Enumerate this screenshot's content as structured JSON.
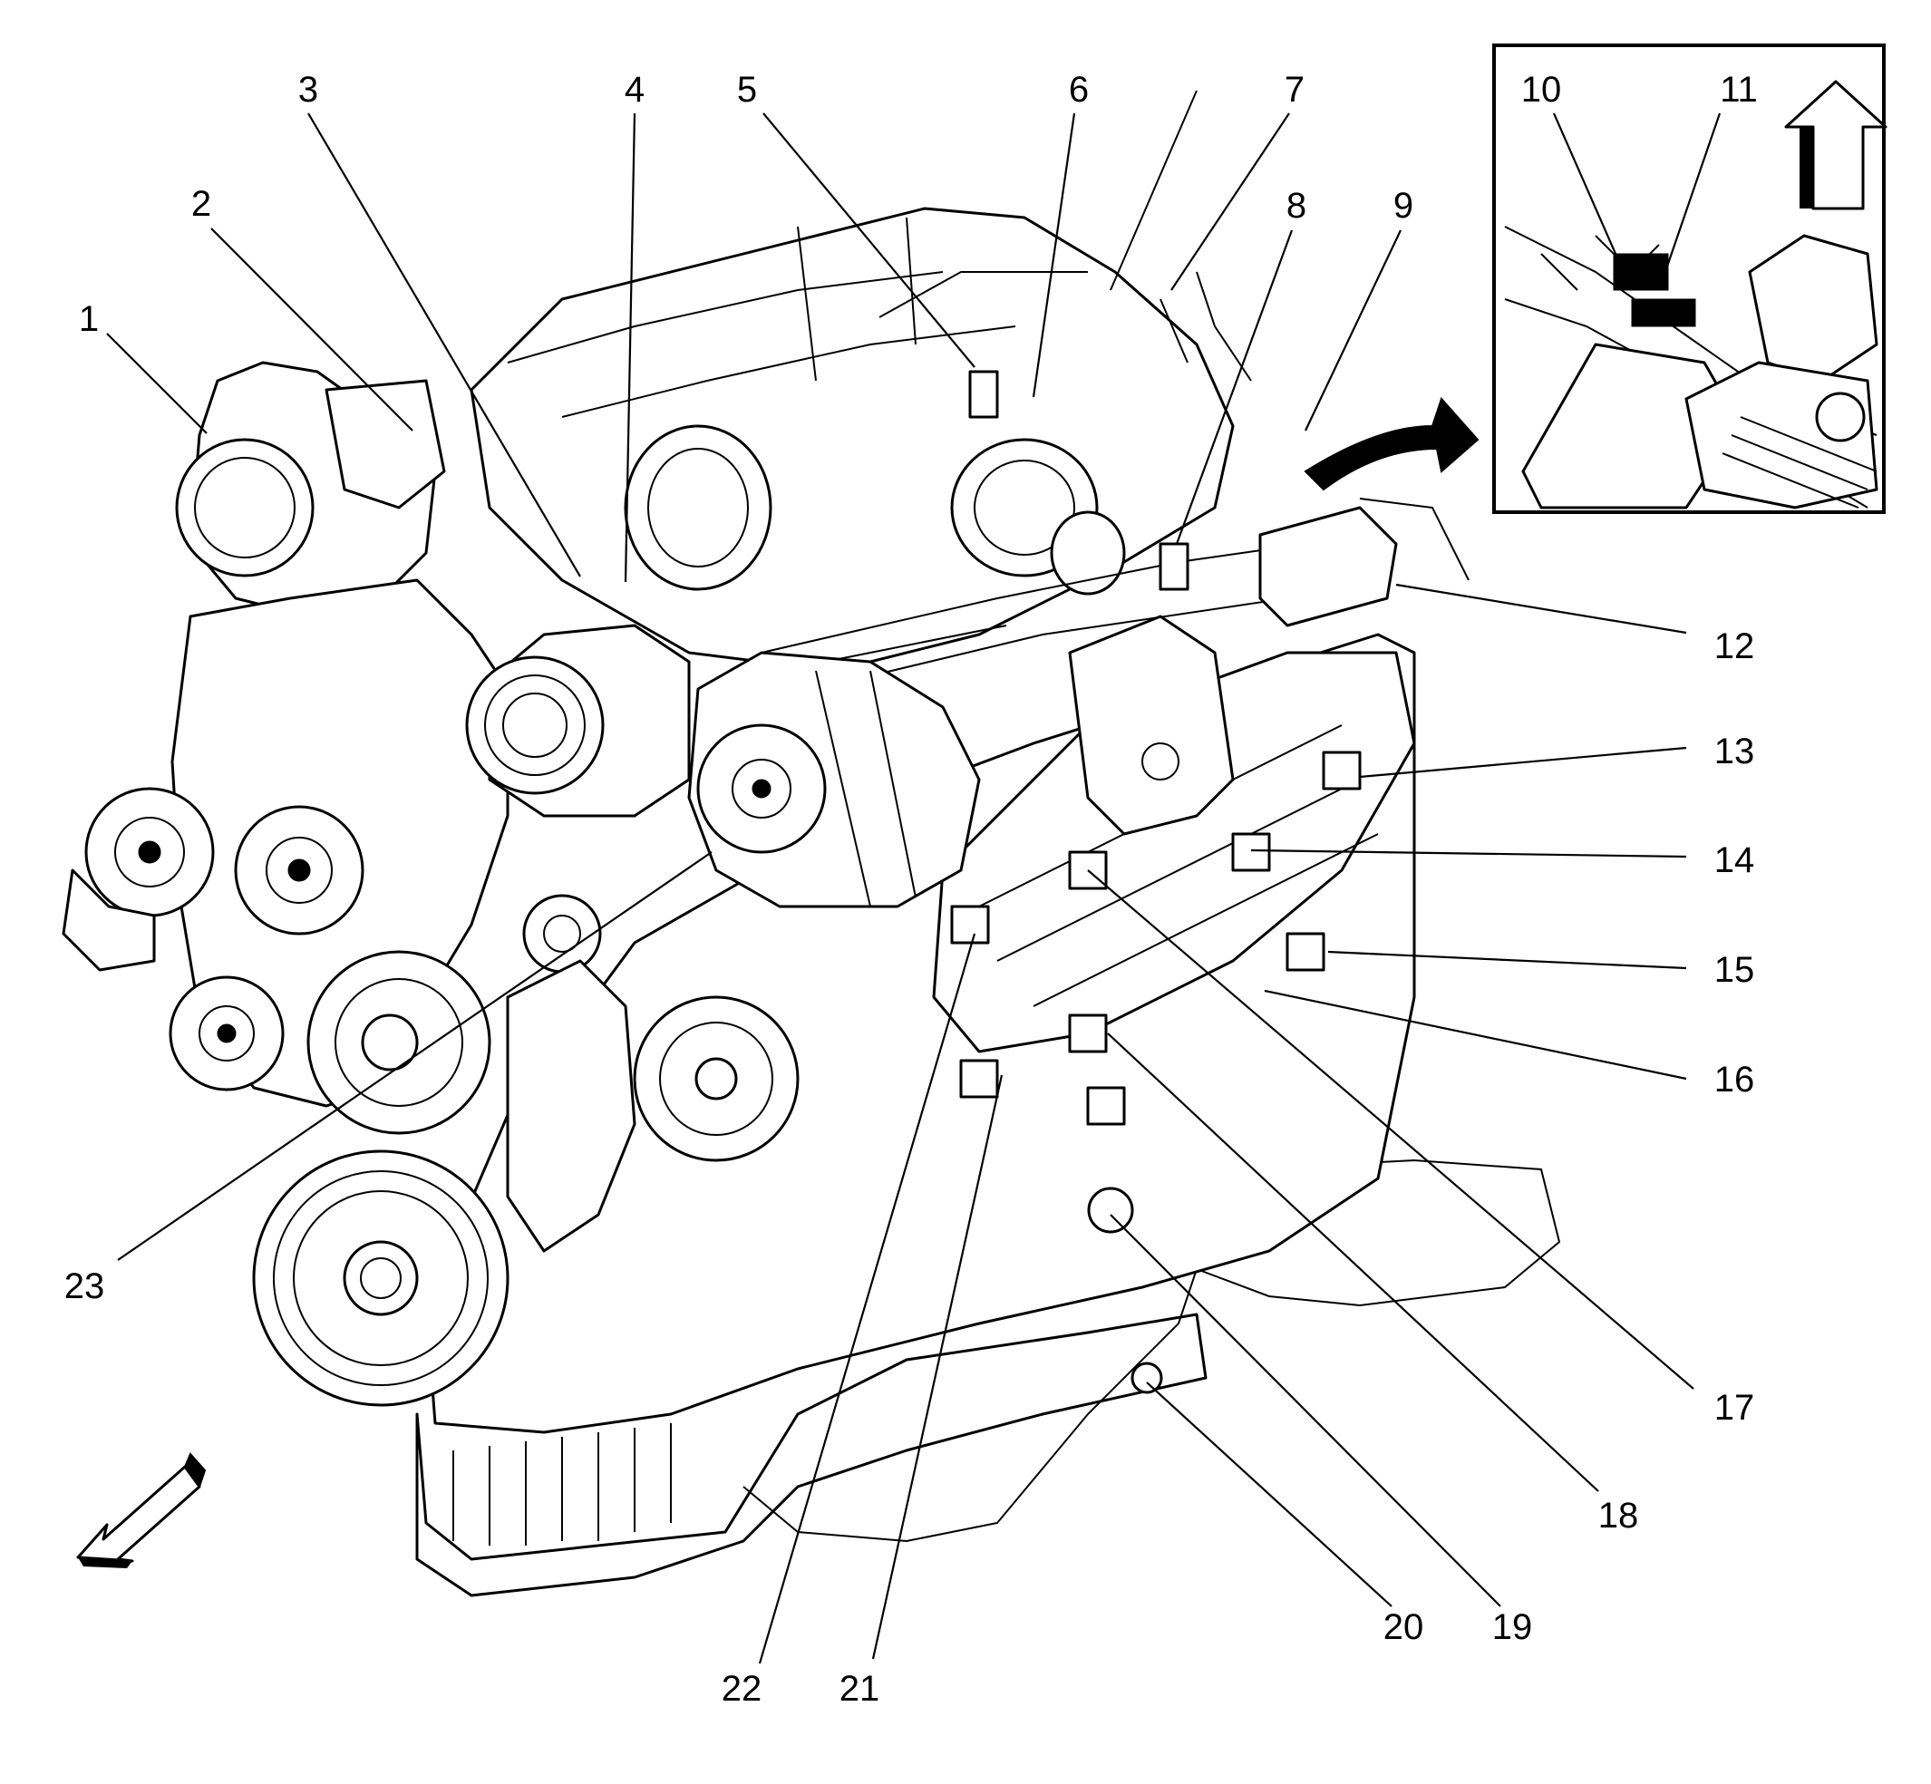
{
  "callouts": [
    {
      "id": 1,
      "text": "1"
    },
    {
      "id": 2,
      "text": "2"
    },
    {
      "id": 3,
      "text": "3"
    },
    {
      "id": 4,
      "text": "4"
    },
    {
      "id": 5,
      "text": "5"
    },
    {
      "id": 6,
      "text": "6"
    },
    {
      "id": 7,
      "text": "7"
    },
    {
      "id": 8,
      "text": "8"
    },
    {
      "id": 9,
      "text": "9"
    },
    {
      "id": 10,
      "text": "10"
    },
    {
      "id": 11,
      "text": "11"
    },
    {
      "id": 12,
      "text": "12"
    },
    {
      "id": 13,
      "text": "13"
    },
    {
      "id": 14,
      "text": "14"
    },
    {
      "id": 15,
      "text": "15"
    },
    {
      "id": 16,
      "text": "16"
    },
    {
      "id": 17,
      "text": "17"
    },
    {
      "id": 18,
      "text": "18"
    },
    {
      "id": 19,
      "text": "19"
    },
    {
      "id": 20,
      "text": "20"
    },
    {
      "id": 21,
      "text": "21"
    },
    {
      "id": 22,
      "text": "22"
    },
    {
      "id": 23,
      "text": "23"
    }
  ],
  "icons": {
    "orientation_arrow_inset": "up-arrow-icon",
    "orientation_arrow_main": "front-direction-arrow-icon",
    "rotate_arrow": "curved-arrow-icon"
  },
  "colors": {
    "line": "#000000",
    "background": "#ffffff"
  }
}
